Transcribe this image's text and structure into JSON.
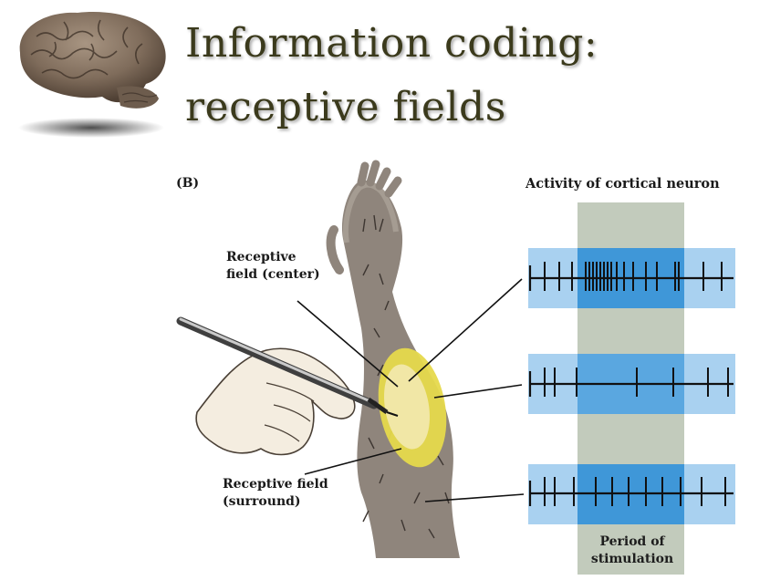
{
  "title": {
    "line1": "Information coding:",
    "line2": "receptive fields"
  },
  "figure": {
    "panel_letter": "(B)",
    "activity_title": "Activity of cortical neuron",
    "receptive_field_center": {
      "line1": "Receptive",
      "line2": "field (center)"
    },
    "receptive_field_surround": {
      "line1": "Receptive field",
      "line2": "(surround)"
    },
    "period_label": {
      "line1": "Period of",
      "line2": "stimulation"
    }
  },
  "colors": {
    "title_text": "#3b3a1c",
    "trace_band_light": "#a9d1f0",
    "trace_band_dark": "#3f97d8",
    "stimulation_period": "#c2cbbc",
    "receptive_center": "#f1e7a6",
    "receptive_surround": "#e6d94c"
  },
  "icons": [
    "brain-icon",
    "stimulus-probe-icon",
    "hand-icon",
    "arm-icon"
  ]
}
